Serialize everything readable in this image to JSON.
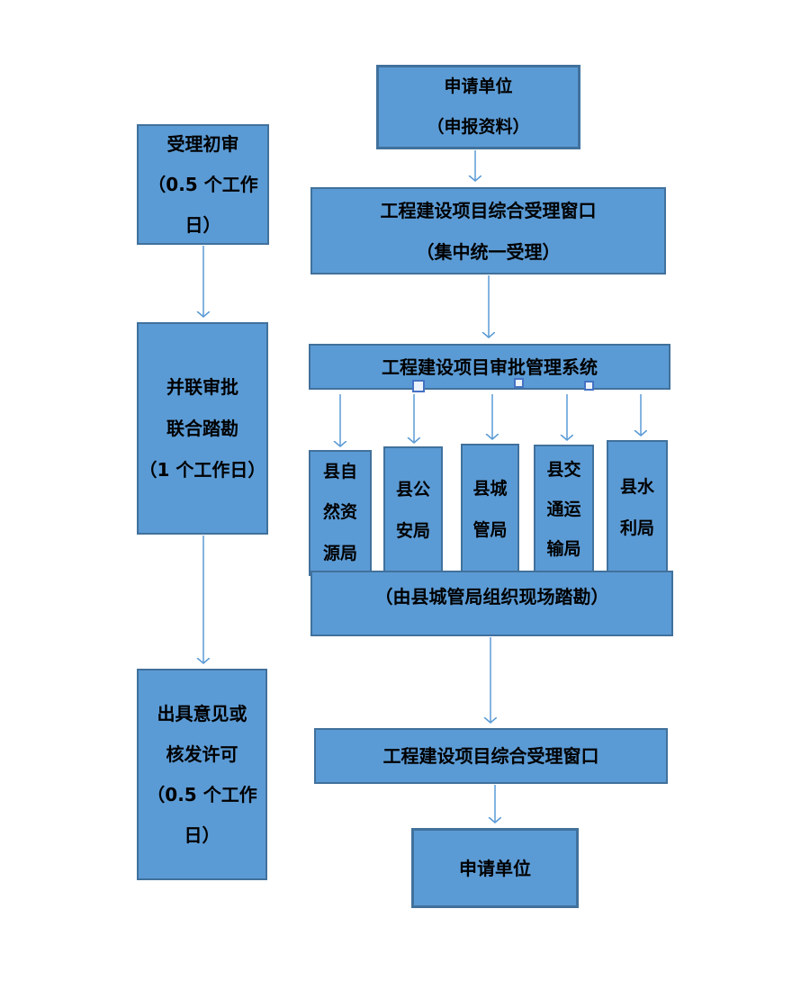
{
  "colors": {
    "box_fill": "#5b9bd5",
    "box_border": "#41719c",
    "arrow": "#5b9bd5",
    "text": "#000000",
    "handle_border": "#4472c4"
  },
  "left_column": {
    "initial_review": {
      "lines": [
        "受理初审",
        "（0.5 个工作",
        "日）"
      ]
    },
    "parallel_approval": {
      "lines": [
        "并联审批",
        "联合踏勘",
        "（1 个工作日）"
      ]
    },
    "issue_opinion": {
      "lines": [
        "出具意见或",
        "核发许可",
        "（0.5 个工作",
        "日）"
      ]
    }
  },
  "main_flow": {
    "applicant_top": {
      "lines": [
        "申请单位",
        "（申报资料）"
      ]
    },
    "window1": {
      "lines": [
        "工程建设项目综合受理窗口",
        "（集中统一受理）"
      ]
    },
    "system": {
      "label": "工程建设项目审批管理系统"
    },
    "departments": [
      {
        "name": "县自然资源局",
        "lines": [
          "县自",
          "然资",
          "源局"
        ]
      },
      {
        "name": "县公安局",
        "lines": [
          "县公",
          "安局"
        ]
      },
      {
        "name": "县城管局",
        "lines": [
          "县城",
          "管局"
        ]
      },
      {
        "name": "县交通运输局",
        "lines": [
          "县交",
          "通运",
          "输局"
        ]
      },
      {
        "name": "县水利局",
        "lines": [
          "县水",
          "利局"
        ]
      }
    ],
    "site_survey": {
      "label": "（由县城管局组织现场踏勘）"
    },
    "window2": {
      "label": "工程建设项目综合受理窗口"
    },
    "applicant_bottom": {
      "label": "申请单位"
    }
  }
}
